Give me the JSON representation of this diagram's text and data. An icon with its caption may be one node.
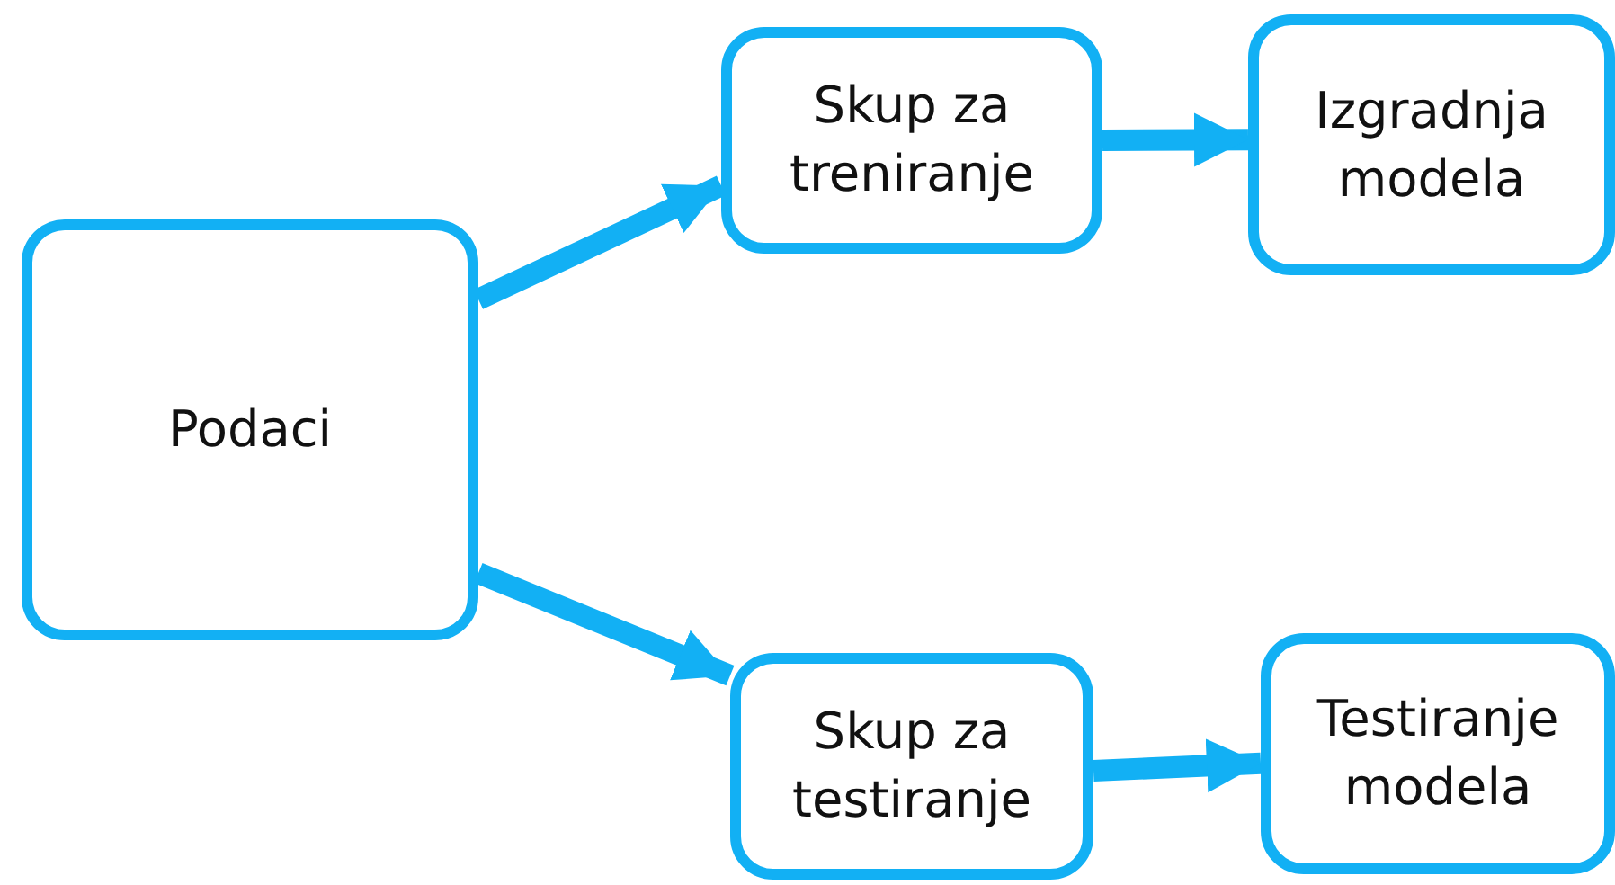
{
  "diagram": {
    "nodes": [
      {
        "text": [
          "Podaci"
        ]
      },
      {
        "text": [
          "Skup za treniranje"
        ]
      },
      {
        "text": [
          "Izgradnja modela"
        ]
      },
      {
        "text": [
          "Skup za testiranje"
        ]
      },
      {
        "text": [
          "Testiranje modela"
        ]
      }
    ],
    "edges": [
      {
        "from": 0,
        "to": 1,
        "arrow": "to"
      },
      {
        "from": 1,
        "to": 2,
        "arrow": "to"
      },
      {
        "from": 0,
        "to": 3,
        "arrow": "to"
      },
      {
        "from": 3,
        "to": 4,
        "arrow": "to"
      }
    ]
  }
}
